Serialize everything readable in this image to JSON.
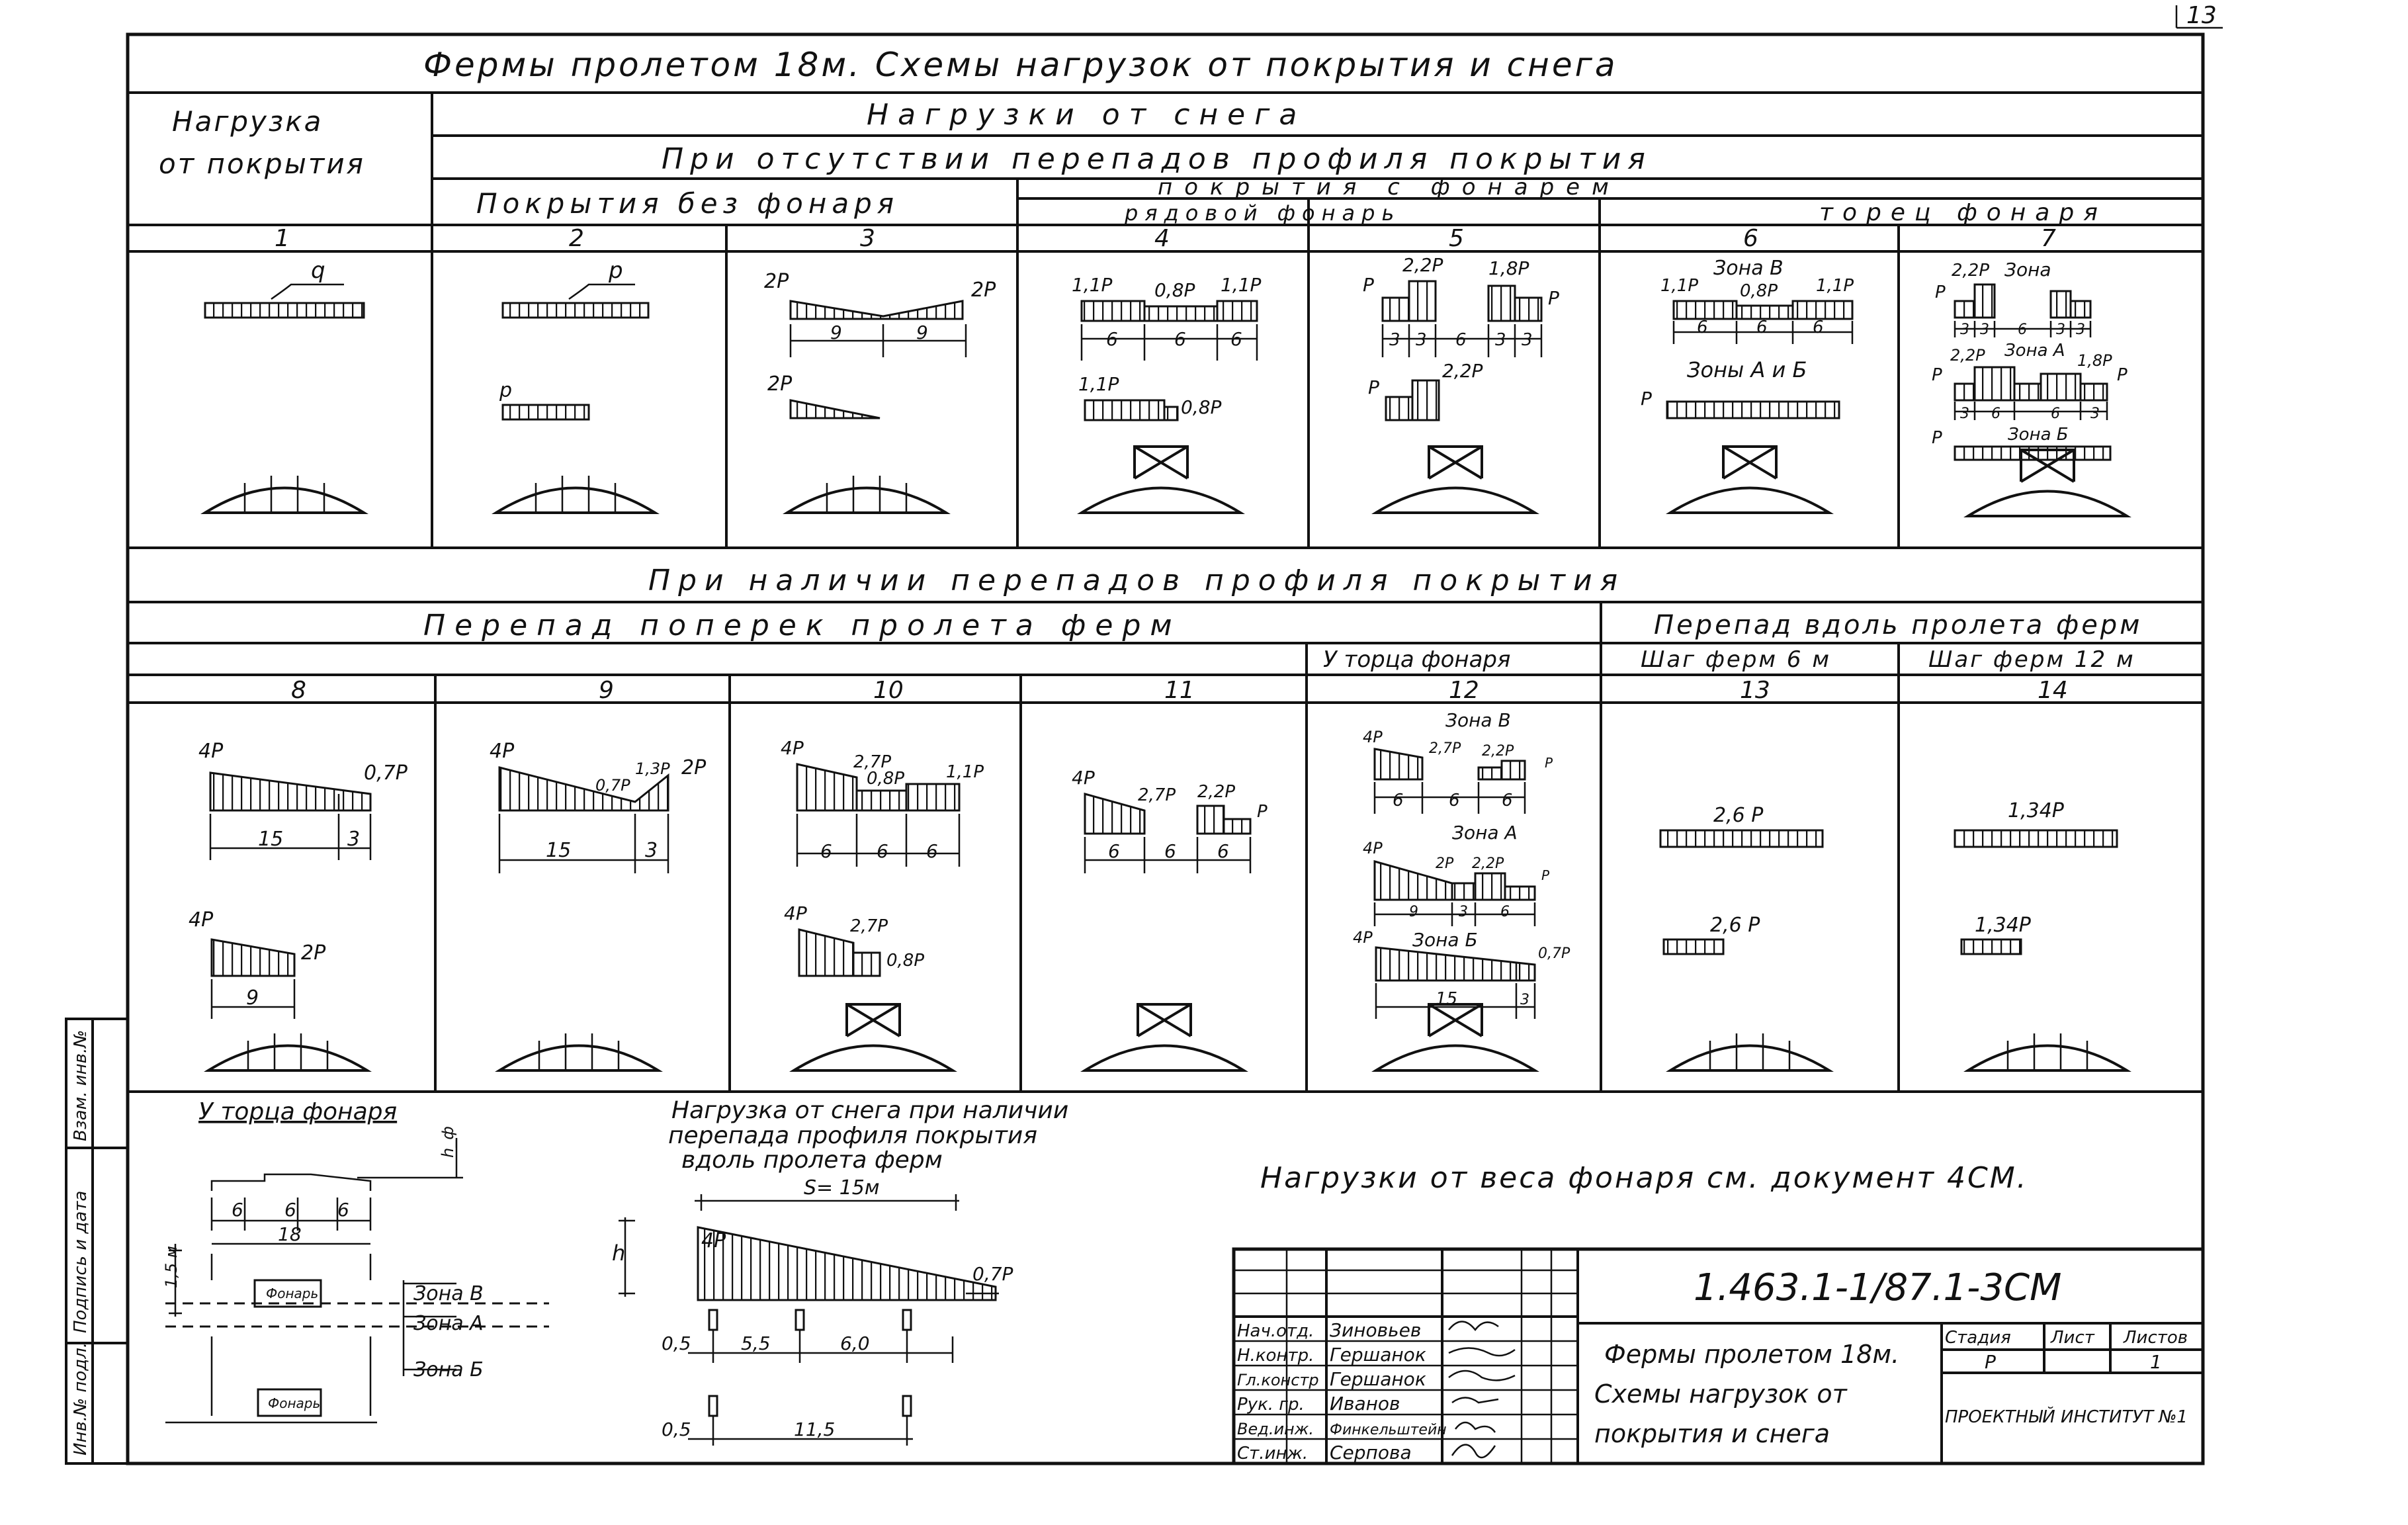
{
  "sheet": {
    "page_number": "13",
    "title": "Фермы пролетом 18м. Схемы нагрузок от покрытия и снега"
  },
  "headers": {
    "roof_load": [
      "Нагрузка",
      "от покрытия"
    ],
    "snow_loads": "Нагрузки от снега",
    "no_drop": "При отсутствии перепадов профиля покрытия",
    "no_lantern": "Покрытия без фонаря",
    "with_lantern": "покрытия с фонарем",
    "row_lantern": "рядовой фонарь",
    "lantern_end": "торец фонаря",
    "with_drop": "При наличии перепадов профиля покрытия",
    "across_span": "Перепад поперек пролета ферм",
    "along_span": "Перепад вдоль пролета ферм",
    "at_lantern_end": "У торца фонаря",
    "step_6": "Шаг ферм 6 м",
    "step_12": "Шаг ферм 12 м"
  },
  "columns_top": [
    "1",
    "2",
    "3",
    "4",
    "5",
    "6",
    "7"
  ],
  "columns_bottom": [
    "8",
    "9",
    "10",
    "11",
    "12",
    "13",
    "14"
  ],
  "schemes": {
    "c1": {
      "load": "q"
    },
    "c2": {
      "load": "p",
      "load2": "p"
    },
    "c3": {
      "left": "2P",
      "right": "2P",
      "d1": "9",
      "d2": "9",
      "alt": "2P"
    },
    "c4": {
      "l1": "1,1P",
      "mid": "0,8P",
      "r1": "1,1P",
      "d": [
        "6",
        "6",
        "6"
      ],
      "l2": "1,1P",
      "r2": "0,8P"
    },
    "c5": {
      "p": "P",
      "a": "2,2P",
      "b": "1,8P",
      "d": [
        "3",
        "3",
        "6",
        "3",
        "3"
      ],
      "c": "2,2P"
    },
    "c6": {
      "zone_v": "Зона В",
      "l": "1,1P",
      "m": "0,8P",
      "r": "1,1P",
      "d": [
        "6",
        "6",
        "6"
      ],
      "zones_ab": "Зоны А и Б",
      "p": "P"
    },
    "c7": {
      "a": "2,2P",
      "zone": "Зона",
      "p": "P",
      "d": [
        "3",
        "3",
        "6",
        "3",
        "3"
      ],
      "b": "2,2P",
      "zone_a": "Зона А",
      "c": "1,8P",
      "d2": [
        "3",
        "6",
        "6",
        "3"
      ],
      "zone_b": "Зона Б"
    },
    "c8": {
      "a": "4P",
      "b": "0,7P",
      "d1": "15",
      "d2": "3",
      "c": "4P",
      "e": "2P",
      "d3": "9"
    },
    "c9": {
      "a": "4P",
      "b": "0,7P",
      "c": "1,3P",
      "e": "2P",
      "d1": "15",
      "d2": "3"
    },
    "c10": {
      "a": "4P",
      "b": "2,7P",
      "c": "0,8P",
      "e": "1,1P",
      "d": [
        "6",
        "6",
        "6"
      ],
      "f": "4P",
      "g": "2,7P",
      "h": "0,8P"
    },
    "c11": {
      "a": "4P",
      "b": "2,7P",
      "c": "2,2P",
      "e": "P",
      "d": [
        "6",
        "6",
        "6"
      ]
    },
    "c12": {
      "zone_v": "Зона В",
      "a": "4P",
      "b": "2,7P",
      "c": "2,2P",
      "p": "P",
      "d": [
        "6",
        "6",
        "6"
      ],
      "zone_a": "Зона А",
      "e": "4P",
      "f": "2P",
      "g": "2,2P",
      "d2": [
        "9",
        "3",
        "6"
      ],
      "zone_b": "Зона Б",
      "h": "4P",
      "i": "0,7P",
      "d3": [
        "15",
        "3"
      ]
    },
    "c13": {
      "a": "2,6 P",
      "b": "2,6 P"
    },
    "c14": {
      "a": "1,34P",
      "b": "1,34P"
    }
  },
  "bottom": {
    "plan_title": "У торца фонаря",
    "hf": "h_ф",
    "plan_dims": [
      "6",
      "6",
      "6"
    ],
    "plan_total": "18",
    "plan_side": "1,5 м",
    "lantern": "Фонарь",
    "zones": [
      "Зона В",
      "Зона А",
      "Зона Б"
    ],
    "snow_title": [
      "Нагрузка от снега при наличии",
      "перепада профиля покрытия",
      "вдоль пролета ферм"
    ],
    "s_len": "S= 15м",
    "h": "h",
    "peak": "4P",
    "end": "0,7P",
    "dims1": [
      "0,5",
      "5,5",
      "6,0"
    ],
    "dims2": [
      "0,5",
      "11,5"
    ],
    "note": "Нагрузки от веса фонаря см. документ 4СМ."
  },
  "side_stamps": [
    "Инв.№ подл.",
    "Подпись и дата",
    "Взам. инв.№"
  ],
  "title_block": {
    "doc_code": "1.463.1-1/87.1-3СМ",
    "rows": [
      {
        "role": "Нач.отд.",
        "name": "Зиновьев"
      },
      {
        "role": "Н.контр.",
        "name": "Гершанок"
      },
      {
        "role": "Гл.констр",
        "name": "Гершанок"
      },
      {
        "role": "Рук. гр.",
        "name": "Иванов"
      },
      {
        "role": "Вед.инж.",
        "name": "Финкельштейн"
      },
      {
        "role": "Ст.инж.",
        "name": "Серпова"
      }
    ],
    "doc_title": [
      "Фермы пролетом 18м.",
      "Схемы нагрузок от",
      "покрытия и снега"
    ],
    "stage_label": "Стадия",
    "sheet_label": "Лист",
    "sheets_label": "Листов",
    "stage": "Р",
    "sheet": "",
    "sheets": "1",
    "org": "ПРОЕКТНЫЙ ИНСТИТУТ №1"
  }
}
